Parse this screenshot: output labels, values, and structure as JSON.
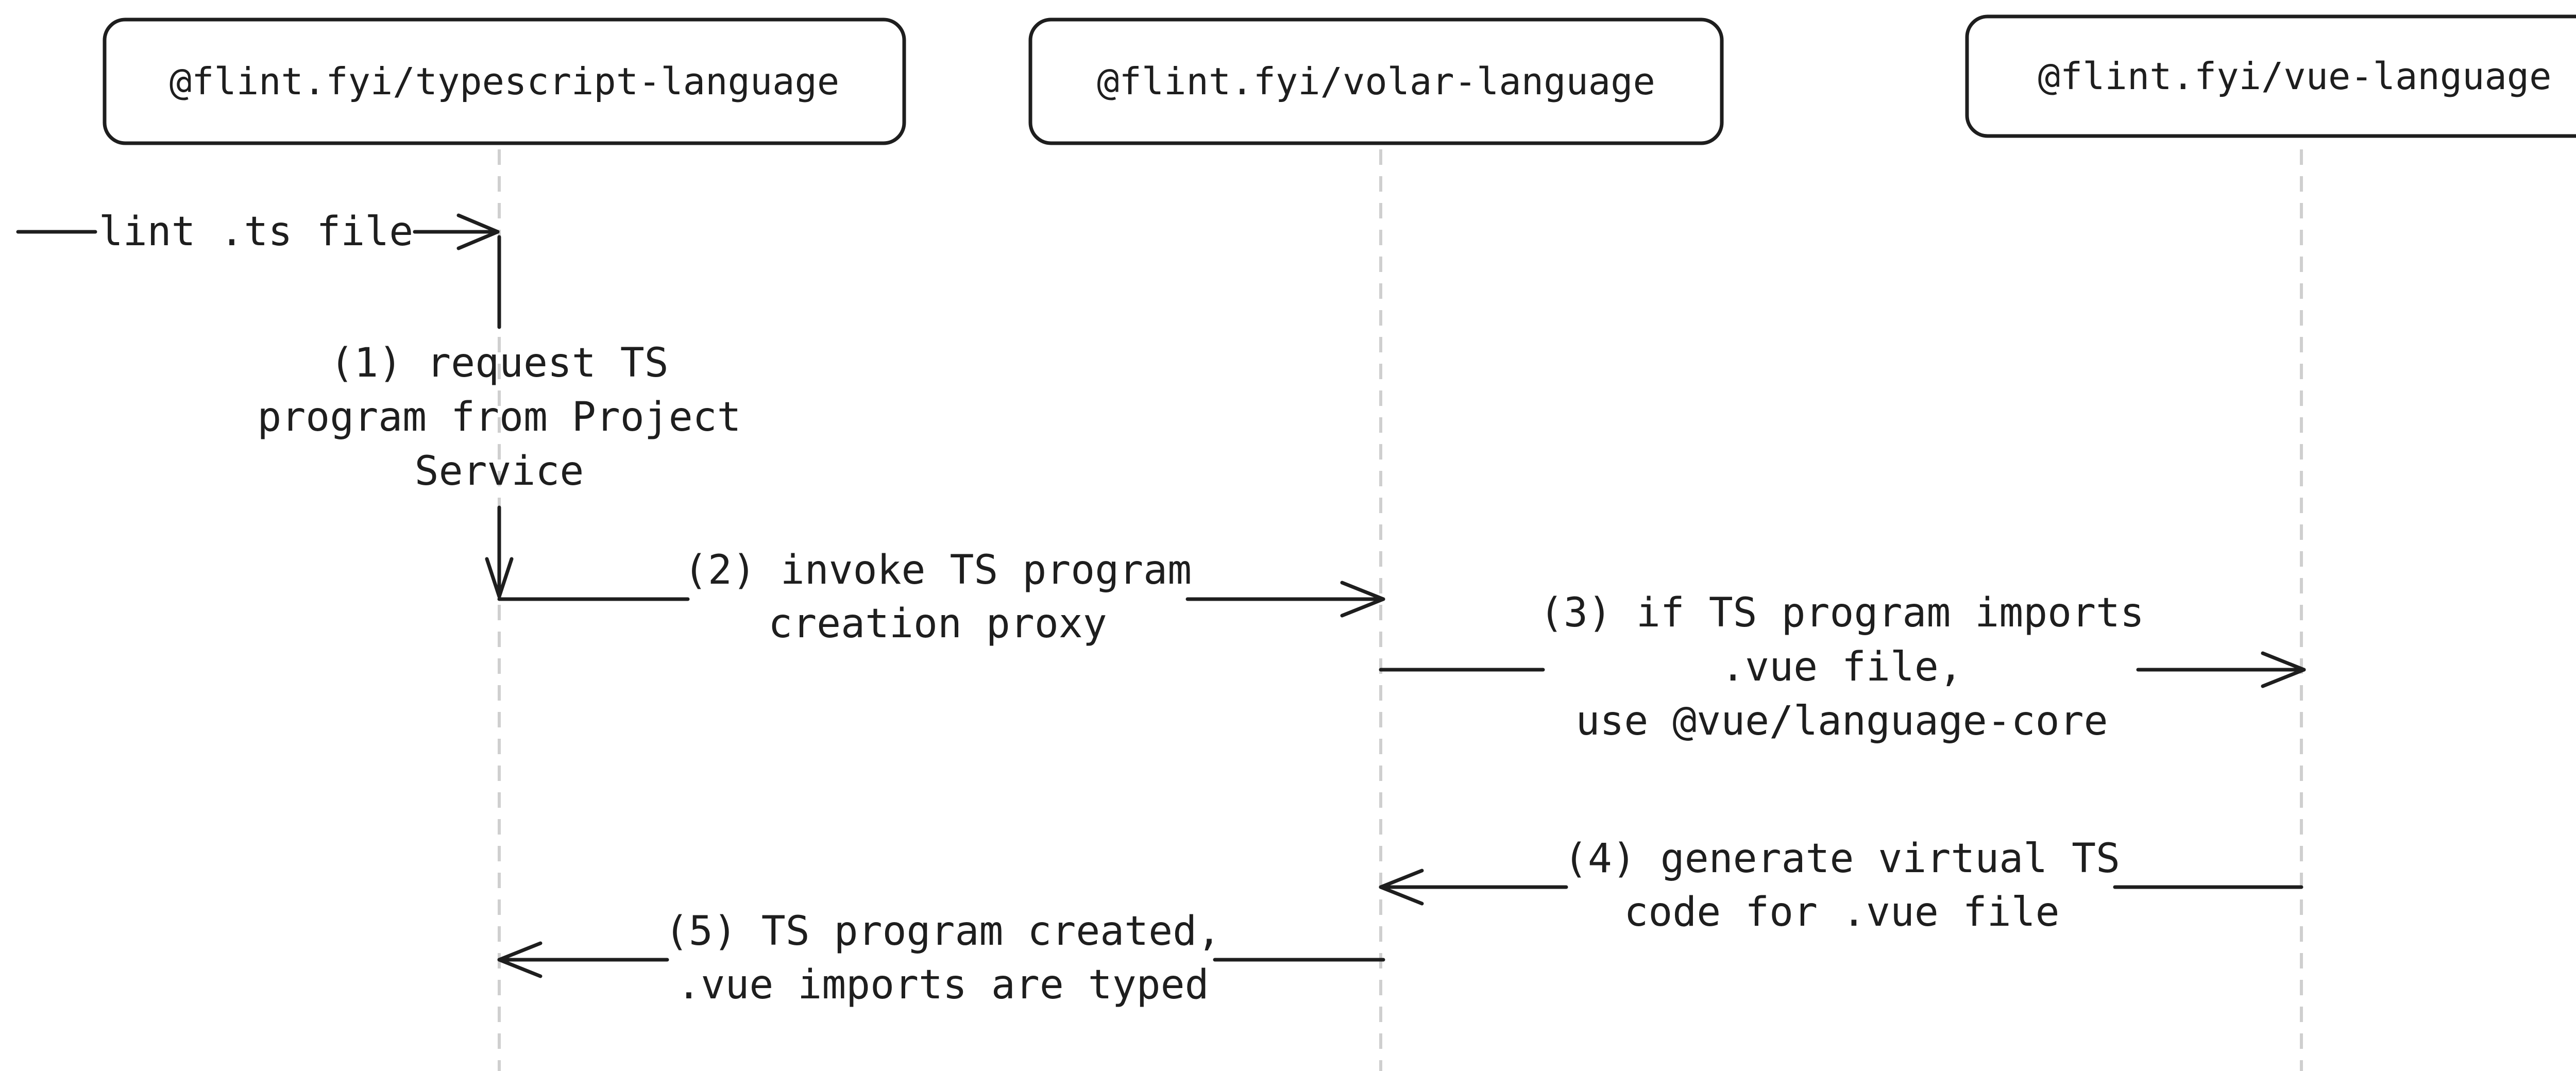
{
  "participants": [
    {
      "id": "ts",
      "label": "@flint.fyi/typescript-language"
    },
    {
      "id": "volar",
      "label": "@flint.fyi/volar-language"
    },
    {
      "id": "vue",
      "label": "@flint.fyi/vue-language"
    }
  ],
  "messages": {
    "start": {
      "label": "lint .ts file"
    },
    "m1": {
      "lines": [
        "(1) request TS",
        "program from Project",
        "Service"
      ]
    },
    "m2": {
      "lines": [
        "(2) invoke TS program",
        "creation proxy"
      ]
    },
    "m3": {
      "lines": [
        "(3) if TS program imports",
        ".vue file,",
        "use @vue/language-core"
      ]
    },
    "m4": {
      "lines": [
        "(4) generate virtual TS",
        "code for .vue file"
      ]
    },
    "m5": {
      "lines": [
        "(5) TS program created,",
        ".vue imports are typed"
      ]
    }
  },
  "colors": {
    "stroke": "#1e1e1e",
    "lifeline": "#cfcfcf",
    "background": "#ffffff"
  }
}
